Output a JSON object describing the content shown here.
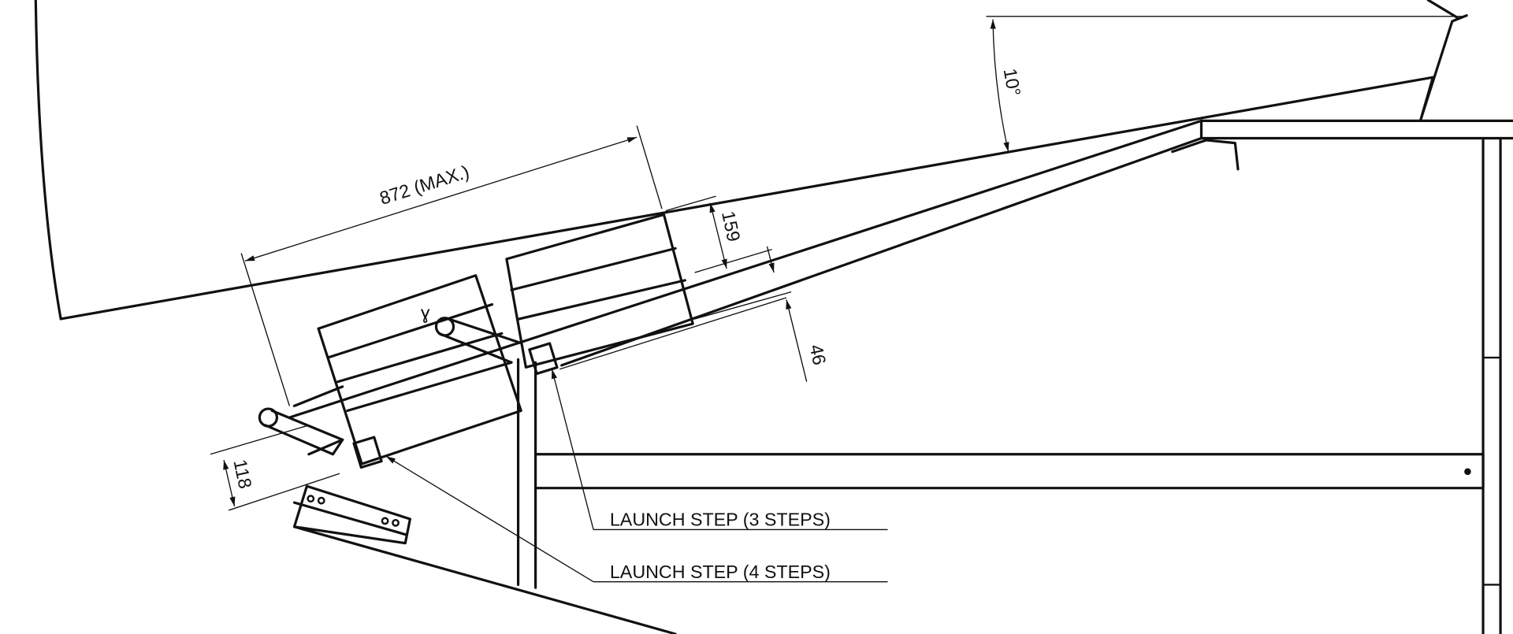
{
  "dimensions": {
    "length_max": "872 (MAX.)",
    "angle": "10°",
    "step_height": "159",
    "offset_upper": "46",
    "offset_lower": "118"
  },
  "callouts": {
    "three_steps": "LAUNCH STEP (3 STEPS)",
    "four_steps": "LAUNCH STEP (4 STEPS)"
  }
}
